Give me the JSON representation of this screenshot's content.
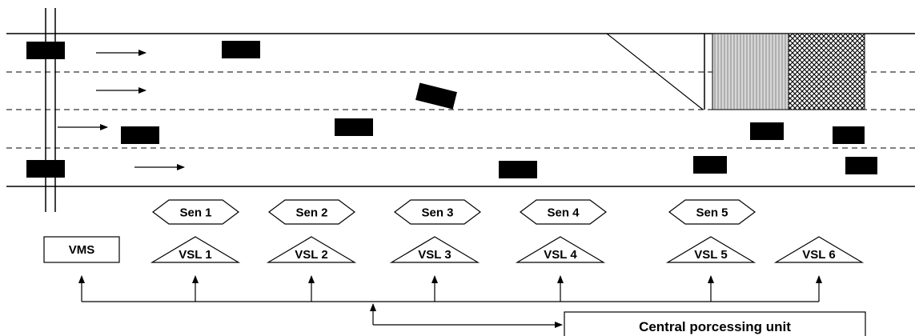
{
  "vms": {
    "label": "VMS"
  },
  "sensors": [
    {
      "label": "Sen 1"
    },
    {
      "label": "Sen 2"
    },
    {
      "label": "Sen 3"
    },
    {
      "label": "Sen 4"
    },
    {
      "label": "Sen 5"
    }
  ],
  "vsl_signs": [
    {
      "label": "VSL 1"
    },
    {
      "label": "VSL 2"
    },
    {
      "label": "VSL 3"
    },
    {
      "label": "VSL 4"
    },
    {
      "label": "VSL 5"
    },
    {
      "label": "VSL 6"
    }
  ],
  "central_unit": {
    "label": "Central porcessing unit"
  }
}
